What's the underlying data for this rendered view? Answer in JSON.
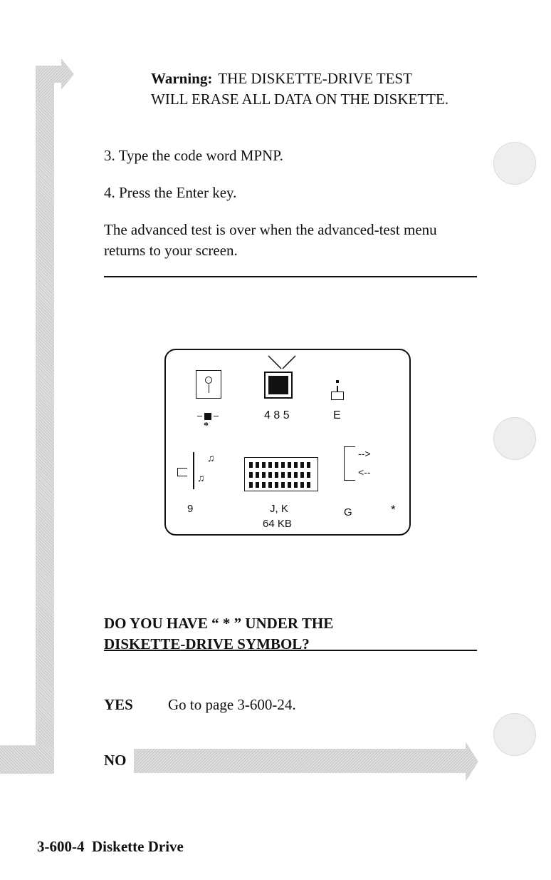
{
  "warning": {
    "label": "Warning:",
    "text": "THE DISKETTE-DRIVE TEST WILL ERASE ALL DATA ON THE DISKETTE."
  },
  "steps": [
    "3. Type the code word MPNP.",
    "4. Press the Enter key."
  ],
  "paragraph": "The advanced test is over when the advanced-test menu returns to your screen.",
  "screen": {
    "code_4": "4",
    "code_8": "8",
    "code_5": "5",
    "code_e": "E",
    "code_9": "9",
    "code_j": "J",
    "code_k": "K",
    "memory": "64 KB",
    "code_g": "G",
    "asterisk": "*"
  },
  "question": "DO YOU HAVE “ * ” UNDER THE DISKETTE-DRIVE SYMBOL?",
  "answers": {
    "yes_label": "YES",
    "yes_text": "Go to page 3-600-24.",
    "no_label": "NO"
  },
  "footer": "3-600-4  Diskette Drive"
}
